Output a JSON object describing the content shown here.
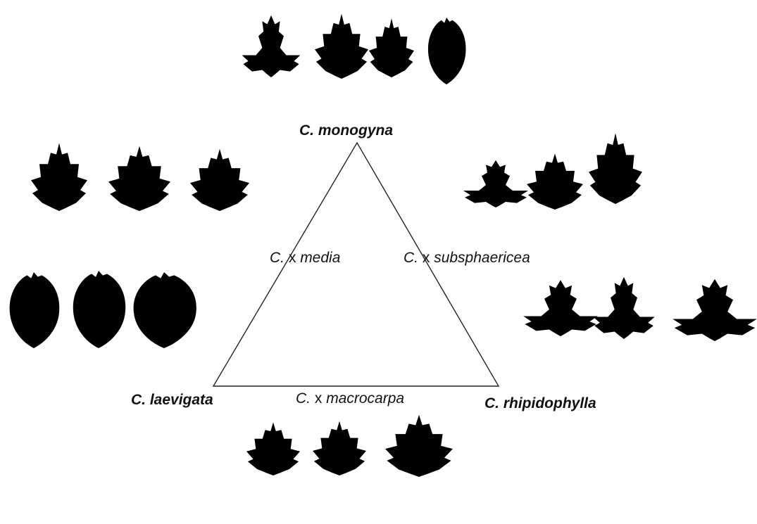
{
  "species": {
    "monogyna": {
      "genus": "C.",
      "epithet": "monogyna"
    },
    "laevigata": {
      "genus": "C.",
      "epithet": "laevigata"
    },
    "rhipidophylla": {
      "genus": "C.",
      "epithet": "rhipidophylla"
    }
  },
  "hybrids": {
    "media": {
      "genus": "C.",
      "cross": "x",
      "epithet": "media"
    },
    "subsphaericea": {
      "genus": "C.",
      "cross": "x",
      "epithet": "subsphaericea"
    },
    "macrocarpa": {
      "genus": "C.",
      "cross": "x",
      "epithet": "macrocarpa"
    }
  },
  "leaf_groups": [
    {
      "group": "C. monogyna",
      "count": 4
    },
    {
      "group": "C. x media",
      "count": 3
    },
    {
      "group": "C. x subsphaericea",
      "count": 3
    },
    {
      "group": "C. laevigata",
      "count": 3
    },
    {
      "group": "C. rhipidophylla",
      "count": 3
    },
    {
      "group": "C. x macrocarpa",
      "count": 3
    }
  ]
}
